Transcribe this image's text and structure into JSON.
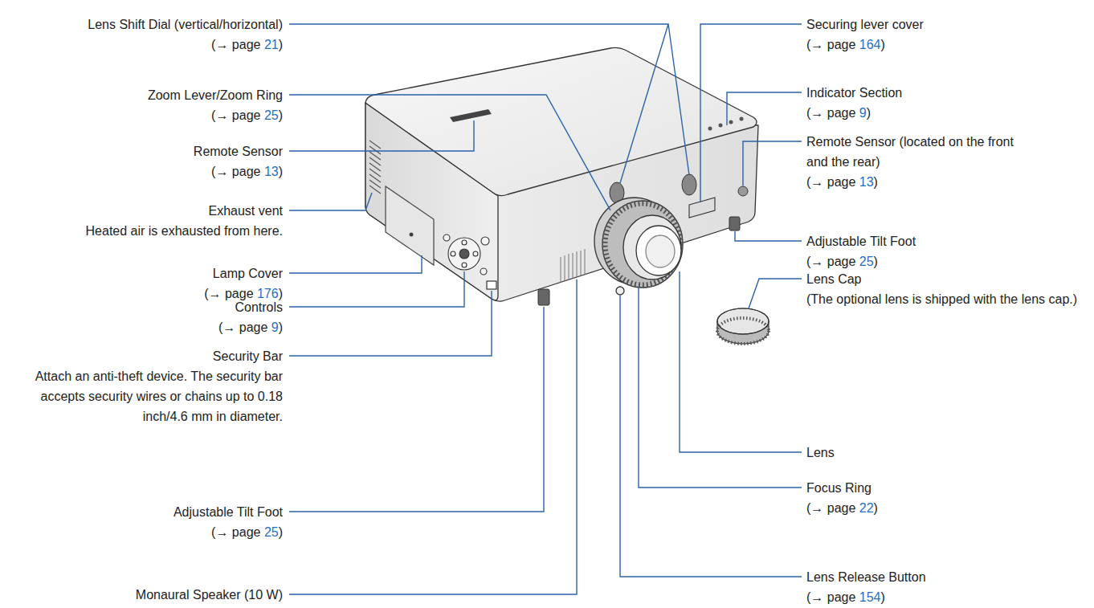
{
  "diagram": {
    "labels": [
      "Lens Shift Dial (vertical/horizontal) (→ page 21)",
      "Zoom Lever/Zoom Ring (→ page 25)",
      "Remote Sensor (→ page 13)",
      "Exhaust vent",
      "Heated air is exhausted from here.",
      "Lamp Cover (→ page 176)",
      "Controls (→ page 9)",
      "Security Bar",
      "Attach an anti-theft device. The security bar accepts security wires or chains up to 0.18 inch/4.6 mm in diameter.",
      "Adjustable Tilt Foot (→ page 25)",
      "Monaural Speaker (10 W)",
      "Securing lever cover (→ page 164)",
      "Indicator Section (→ page 9)",
      "Remote Sensor (located on the front and the rear) (→ page 13)",
      "Adjustable Tilt Foot (→ page 25)",
      "Lens Cap",
      "(The optional lens is shipped with the lens cap.)",
      "Lens",
      "Focus Ring (→ page 22)",
      "Lens Release Button (→ page 154)"
    ]
  }
}
